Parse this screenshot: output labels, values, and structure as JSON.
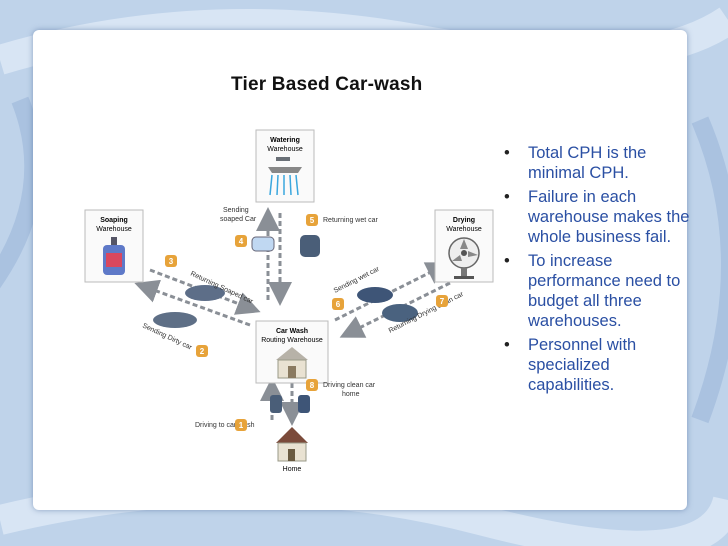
{
  "slide": {
    "title": "Tier Based Car-wash",
    "bullets": [
      "Total CPH is the minimal CPH.",
      "Failure in each warehouse makes the whole business fail.",
      "To increase performance need to budget all three warehouses.",
      "Personnel with specialized capabilities."
    ]
  },
  "diagram": {
    "watering": {
      "title": "Watering",
      "sub": "Warehouse"
    },
    "soaping": {
      "title": "Soaping",
      "sub": "Warehouse"
    },
    "drying": {
      "title": "Drying",
      "sub": "Warehouse"
    },
    "routing": {
      "title": "Car Wash",
      "sub": "Routing Warehouse"
    },
    "home": "Home",
    "paths": {
      "p1": "Driving to car wash",
      "p2": "Sending Dirty car",
      "p3": "Returning Soaped car",
      "p4_line1": "Sending",
      "p4_line2": "soaped Car",
      "p5": "Returning wet car",
      "p6": "Sending wet car",
      "p7": "Returning Drying clean car",
      "p8_line1": "Driving clean car",
      "p8_line2": "home"
    },
    "steps": [
      "1",
      "2",
      "3",
      "4",
      "5",
      "6",
      "7",
      "8"
    ],
    "colors": {
      "badge": "#e7a33a",
      "arrow": "#8a8f96",
      "text_blue": "#2a4fa3"
    }
  }
}
